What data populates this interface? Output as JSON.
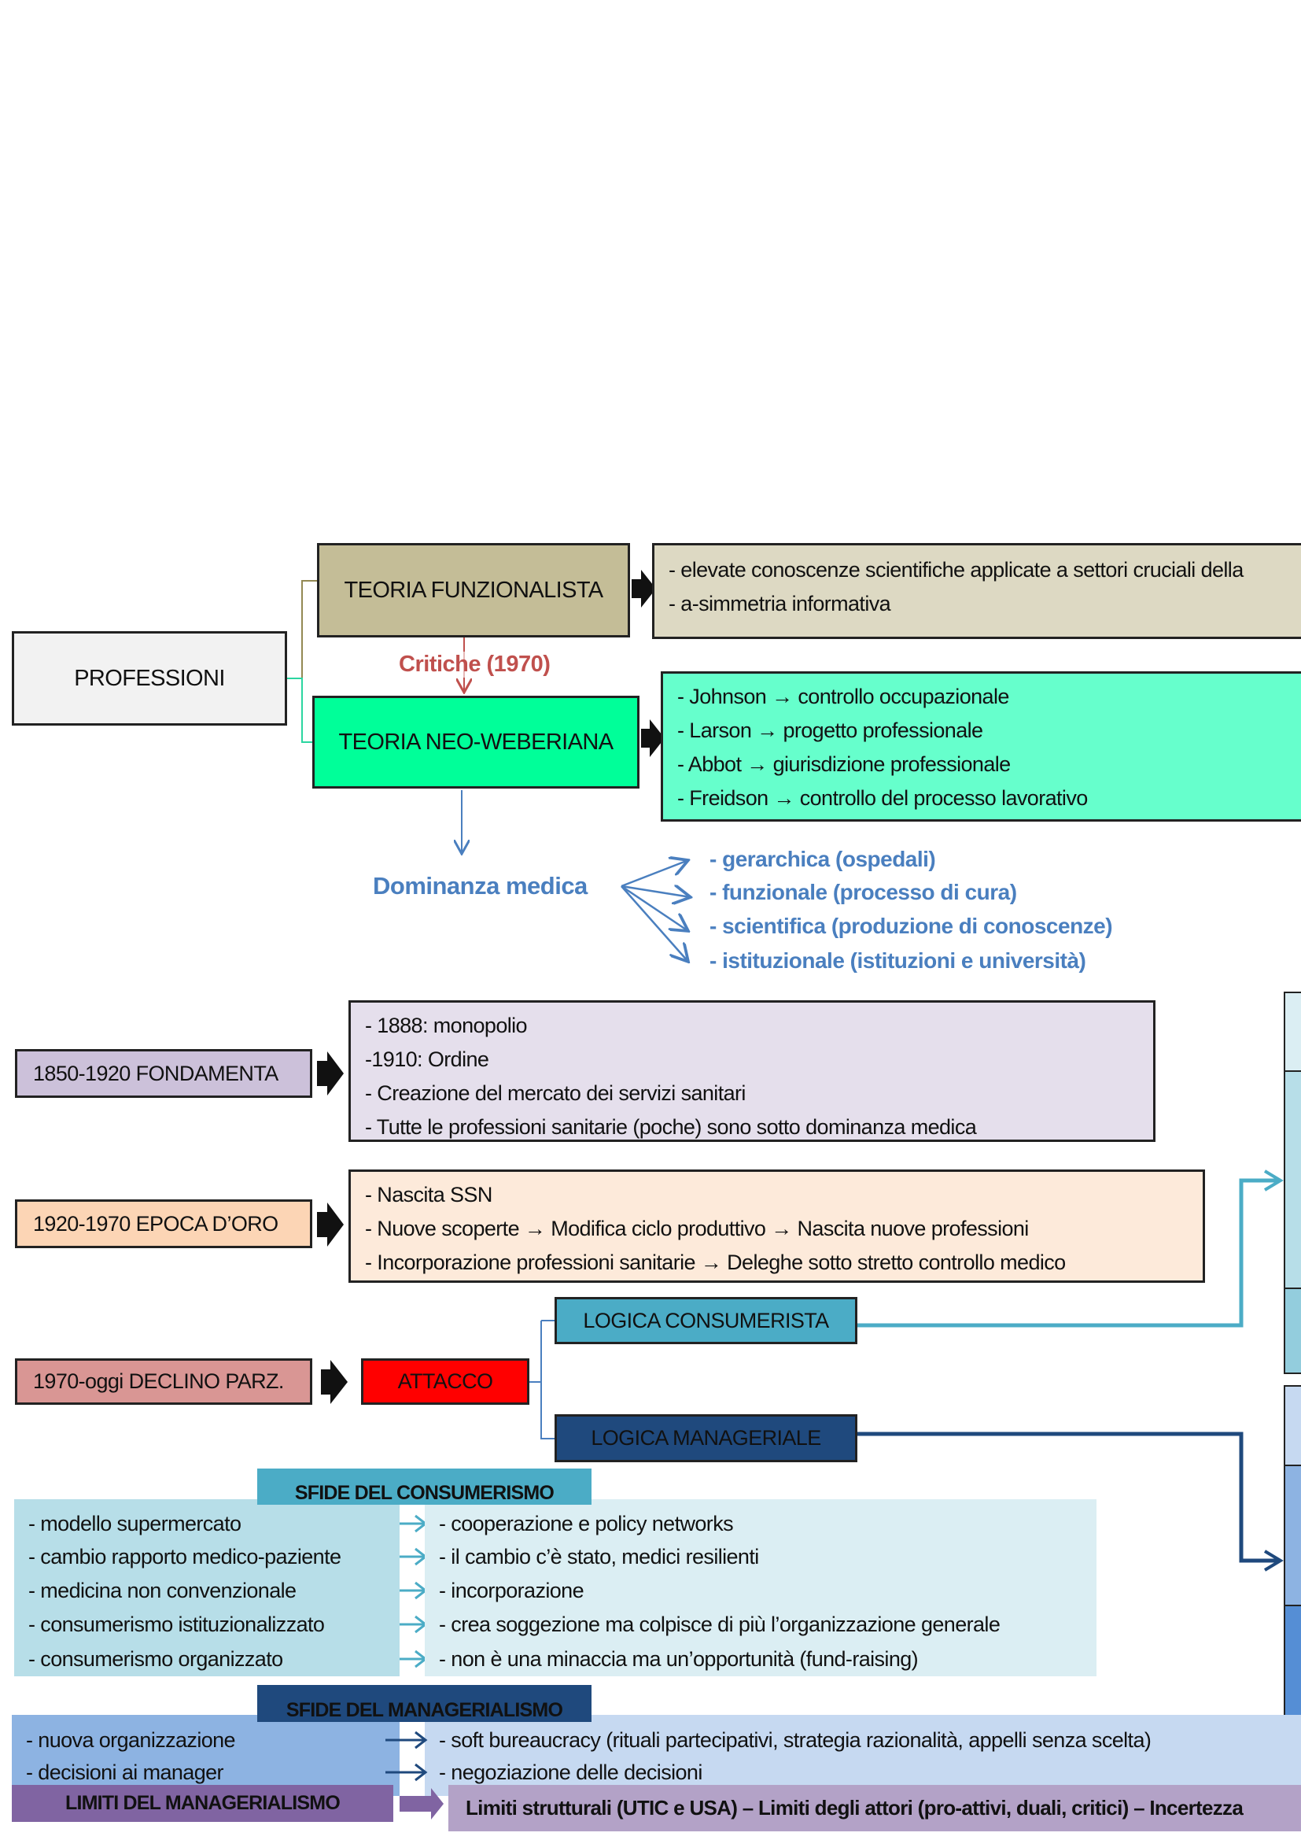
{
  "root": {
    "label": "PROFESSIONI"
  },
  "theories": {
    "functionalist": {
      "label": "TEORIA FUNZIONALISTA",
      "points": [
        "- elevate conoscenze scientifiche applicate a settori cruciali della",
        "- a-simmetria informativa"
      ]
    },
    "critique": "Critiche (1970)",
    "neo_weberian": {
      "label": "TEORIA NEO-WEBERIANA",
      "points": [
        "- Johnson → controllo occupazionale",
        "- Larson → progetto professionale",
        "- Abbot → giurisdizione professionale",
        "- Freidson → controllo del processo lavorativo"
      ]
    }
  },
  "dominance": {
    "label": "Dominanza medica",
    "types": [
      "- gerarchica (ospedali)",
      "- funzionale (processo di cura)",
      "- scientifica (produzione di conoscenze)",
      "- istituzionale (istituzioni e università)"
    ]
  },
  "eras": [
    {
      "label": "1850-1920 FONDAMENTA",
      "color": "#ccc1da",
      "points": [
        "- 1888: monopolio",
        "-1910: Ordine",
        "- Creazione del mercato dei servizi  sanitari",
        "- Tutte le professioni sanitarie (poche) sono sotto dominanza medica"
      ]
    },
    {
      "label": "1920-1970 EPOCA D’ORO",
      "color": "#fcd5b5",
      "points": [
        "- Nascita SSN",
        "- Nuove scoperte → Modifica ciclo produttivo → Nascita nuove professioni",
        "- Incorporazione professioni sanitarie → Deleghe sotto stretto controllo medico"
      ]
    },
    {
      "label": "1970-oggi DECLINO PARZ.",
      "color": "#d99694"
    }
  ],
  "attack": {
    "label": "ATTACCO",
    "color": "#ff0000"
  },
  "logics": {
    "consumerist": "LOGICA CONSUMERISTA",
    "managerial": "LOGICA MANAGERIALE"
  },
  "consumerism": {
    "title": "SFIDE DEL CONSUMERISMO",
    "rows": [
      {
        "challenge": "- modello supermercato",
        "response": "- cooperazione e policy networks"
      },
      {
        "challenge": "- cambio rapporto medico-paziente",
        "response": "- il cambio c’è stato, medici resilienti"
      },
      {
        "challenge": "- medicina non convenzionale",
        "response": "- incorporazione"
      },
      {
        "challenge": "- consumerismo istituzionalizzato",
        "response": "- crea soggezione ma colpisce di più l’organizzazione generale"
      },
      {
        "challenge": "- consumerismo organizzato",
        "response": "- non è una minaccia ma un’opportunità (fund-raising)"
      }
    ]
  },
  "managerialism": {
    "title": "SFIDE DEL MANAGERIALISMO",
    "rows": [
      {
        "challenge": "- nuova organizzazione",
        "response": "- soft bureaucracy (rituali partecipativi, strategia razionalità, appelli senza scelta)"
      },
      {
        "challenge": "- decisioni ai manager",
        "response": "- negoziazione delle decisioni"
      }
    ]
  },
  "limits": {
    "title": "LIMITI DEL MANAGERIALISMO",
    "text": "Limiti strutturali (UTIC e USA) – Limiti degli attori (pro-attivi, duali, critici) – Incertezza"
  }
}
